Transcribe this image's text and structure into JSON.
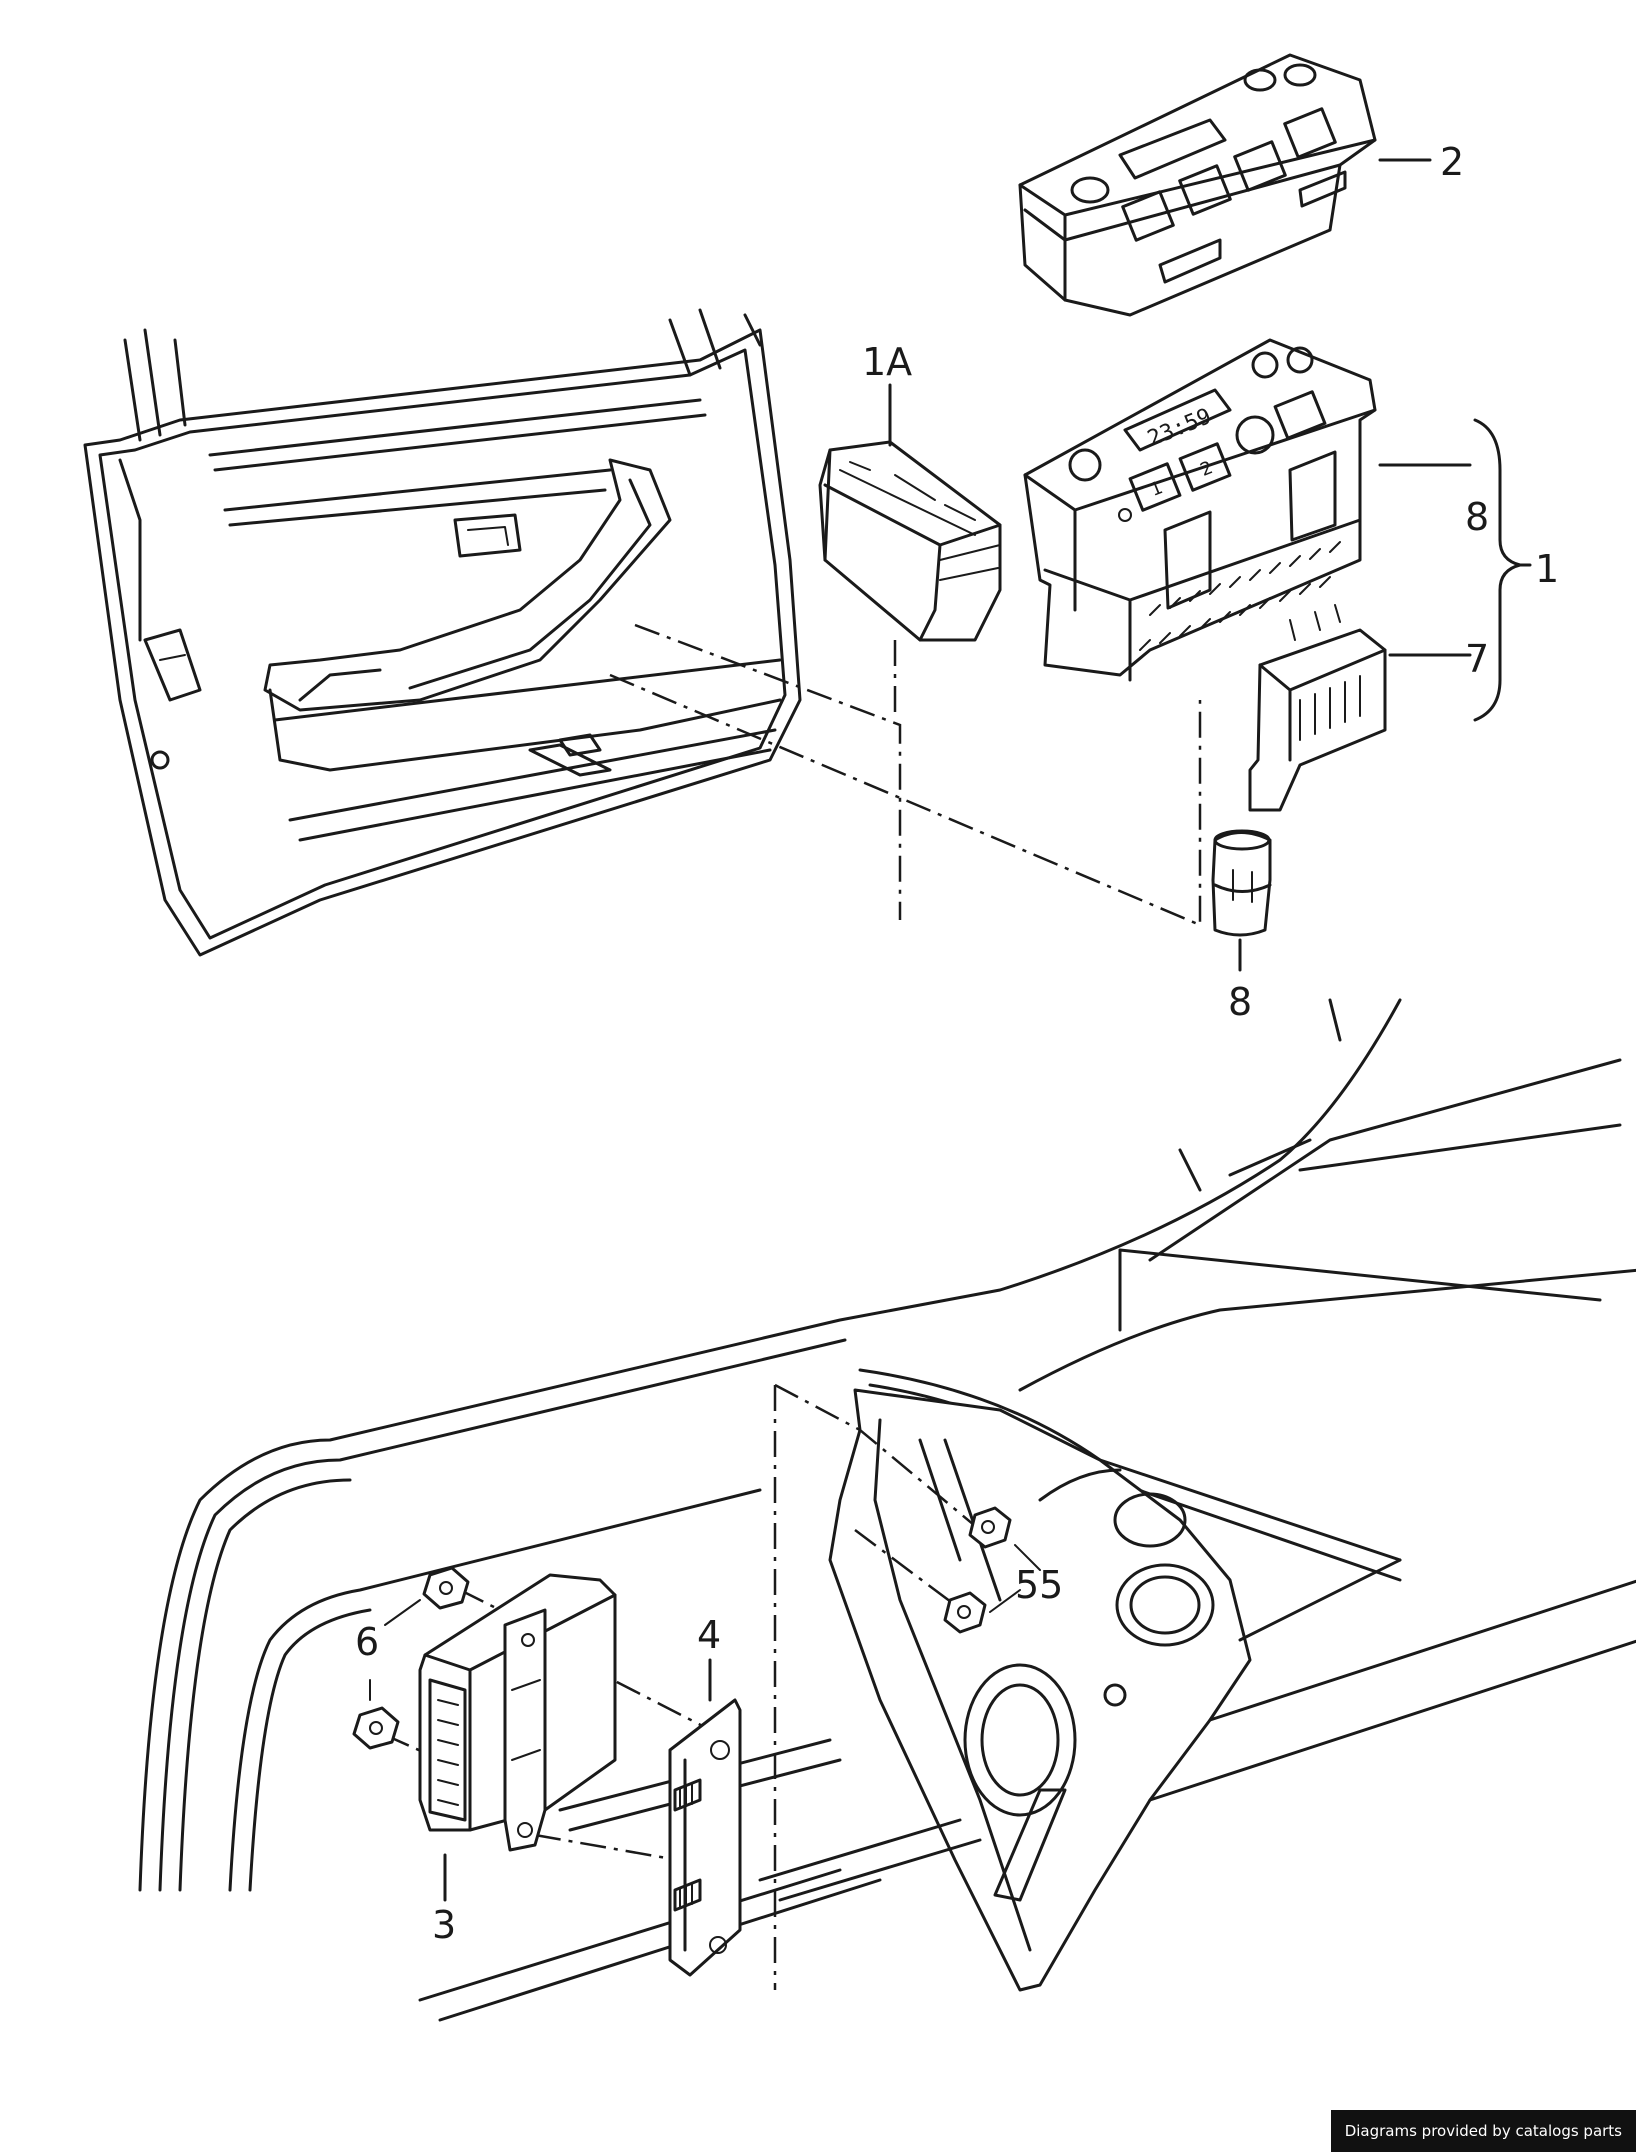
{
  "callouts": {
    "c_2": "2",
    "c_1A": "1A",
    "c_8_bracket": "8",
    "c_1": "1",
    "c_7": "7",
    "c_8_plug": "8",
    "c_4": "4",
    "c_6": "6",
    "c_55": "55",
    "c_3": "3"
  },
  "clock_display": "23:59",
  "preset_buttons": [
    "1",
    "2"
  ],
  "credit": "Diagrams provided by catalogs parts",
  "colors": {
    "line": "#1a1a1a",
    "background": "#ffffff",
    "credit_bg": "#111111",
    "credit_text": "#ffffff"
  }
}
